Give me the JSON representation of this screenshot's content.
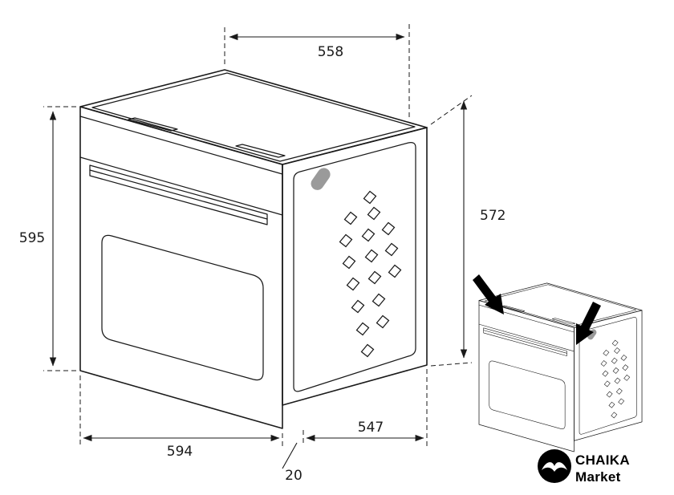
{
  "dims": {
    "top_width": "558",
    "front_height": "595",
    "side_height": "572",
    "front_width": "594",
    "depth": "547",
    "door_offset": "20"
  },
  "logo": {
    "line1": "CHAIKA",
    "line2": "Market",
    "icon": "bird-in-circle"
  },
  "colors": {
    "line": "#1a1a1a",
    "accent_gray": "#9a9a9a",
    "logo_black": "#000000",
    "background": "#ffffff"
  }
}
